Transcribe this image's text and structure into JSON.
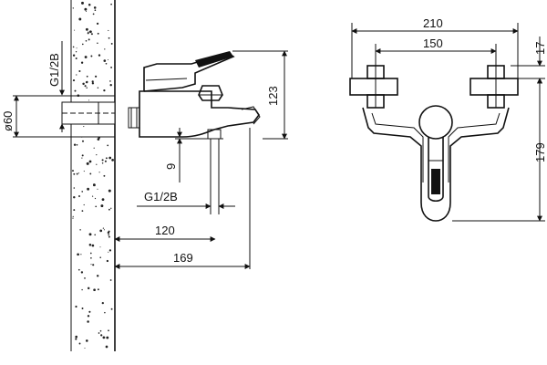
{
  "side_view": {
    "thread_top": "G1/2B",
    "diameter": "ø60",
    "height": "123",
    "spout_gap": "9",
    "thread_bottom": "G1/2B",
    "depth_short": "120",
    "depth_long": "169"
  },
  "front_view": {
    "width_overall": "210",
    "width_centers": "150",
    "top_offset": "17",
    "height_overall": "179"
  }
}
